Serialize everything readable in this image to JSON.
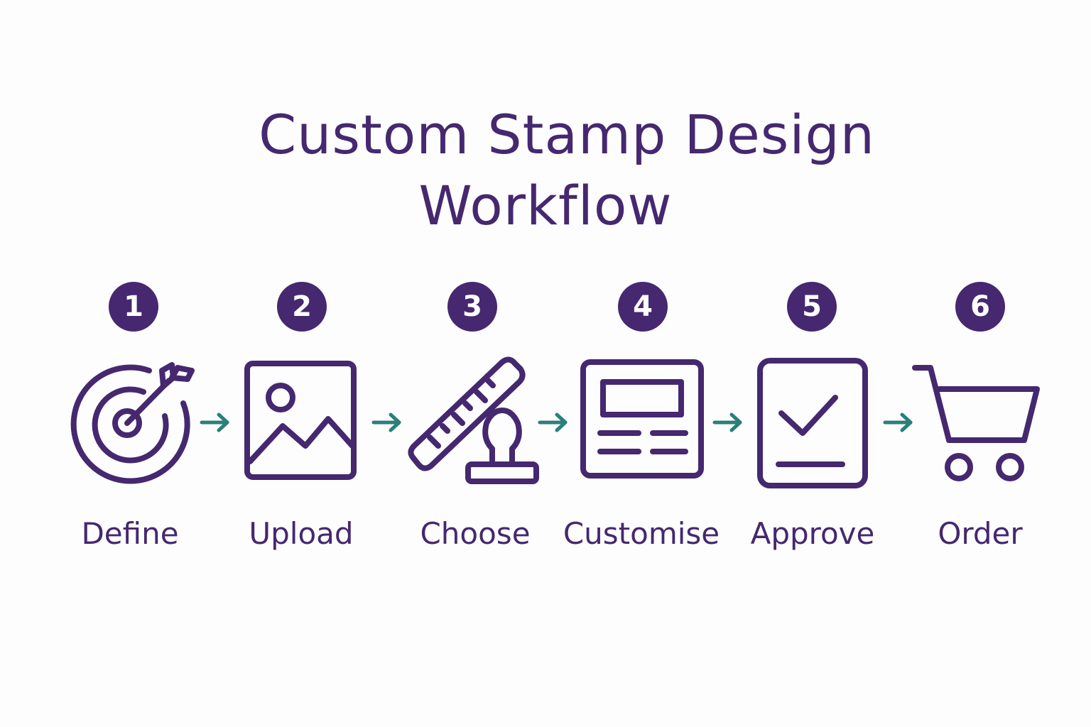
{
  "title": {
    "line1": "Custom Stamp Design",
    "line2": "Workflow"
  },
  "colors": {
    "primary": "#45286f",
    "arrow": "#2a7f79",
    "background": "#fdfdfd"
  },
  "steps": [
    {
      "number": "1",
      "label": "Define",
      "icon": "target-icon"
    },
    {
      "number": "2",
      "label": "Upload",
      "icon": "image-icon"
    },
    {
      "number": "3",
      "label": "Choose",
      "icon": "ruler-stamp-icon"
    },
    {
      "number": "4",
      "label": "Customise",
      "icon": "layout-icon"
    },
    {
      "number": "5",
      "label": "Approve",
      "icon": "checkbox-icon"
    },
    {
      "number": "6",
      "label": "Order",
      "icon": "shopping-cart-icon"
    }
  ]
}
